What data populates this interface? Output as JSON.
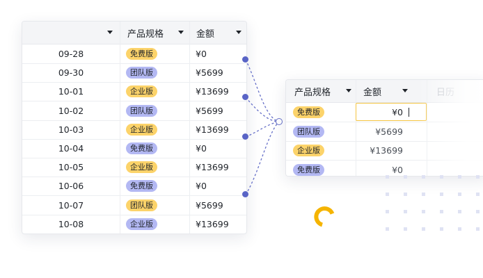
{
  "left_table": {
    "headers": {
      "col1": "",
      "col2": "产品规格",
      "col3": "金额"
    },
    "rows": [
      {
        "date": "09-28",
        "spec": "免费版",
        "spec_color": "yellow",
        "amount": "¥0"
      },
      {
        "date": "09-30",
        "spec": "团队版",
        "spec_color": "purple",
        "amount": "¥5699"
      },
      {
        "date": "10-01",
        "spec": "企业版",
        "spec_color": "yellow",
        "amount": "¥13699"
      },
      {
        "date": "10-02",
        "spec": "团队版",
        "spec_color": "purple",
        "amount": "¥5699"
      },
      {
        "date": "10-03",
        "spec": "企业版",
        "spec_color": "yellow",
        "amount": "¥13699"
      },
      {
        "date": "10-04",
        "spec": "免费版",
        "spec_color": "purple",
        "amount": "¥0"
      },
      {
        "date": "10-05",
        "spec": "企业版",
        "spec_color": "yellow",
        "amount": "¥13699"
      },
      {
        "date": "10-06",
        "spec": "免费版",
        "spec_color": "purple",
        "amount": "¥0"
      },
      {
        "date": "10-07",
        "spec": "团队版",
        "spec_color": "yellow",
        "amount": "¥5699"
      },
      {
        "date": "10-08",
        "spec": "企业版",
        "spec_color": "purple",
        "amount": "¥13699"
      }
    ]
  },
  "right_table": {
    "headers": {
      "col1": "产品规格",
      "col2": "金额",
      "col3": "日历"
    },
    "rows": [
      {
        "spec": "免费版",
        "spec_color": "yellow",
        "amount": "¥0"
      },
      {
        "spec": "团队版",
        "spec_color": "purple",
        "amount": "¥5699"
      },
      {
        "spec": "企业版",
        "spec_color": "yellow",
        "amount": "¥13699"
      },
      {
        "spec": "免费版",
        "spec_color": "purple",
        "amount": "¥0"
      }
    ]
  },
  "colors": {
    "tag_yellow": "#fcd36a",
    "tag_purple": "#b3b8f3",
    "connector": "#5964c6",
    "spinner": "#f5b400",
    "focus_border": "#f5c542"
  }
}
